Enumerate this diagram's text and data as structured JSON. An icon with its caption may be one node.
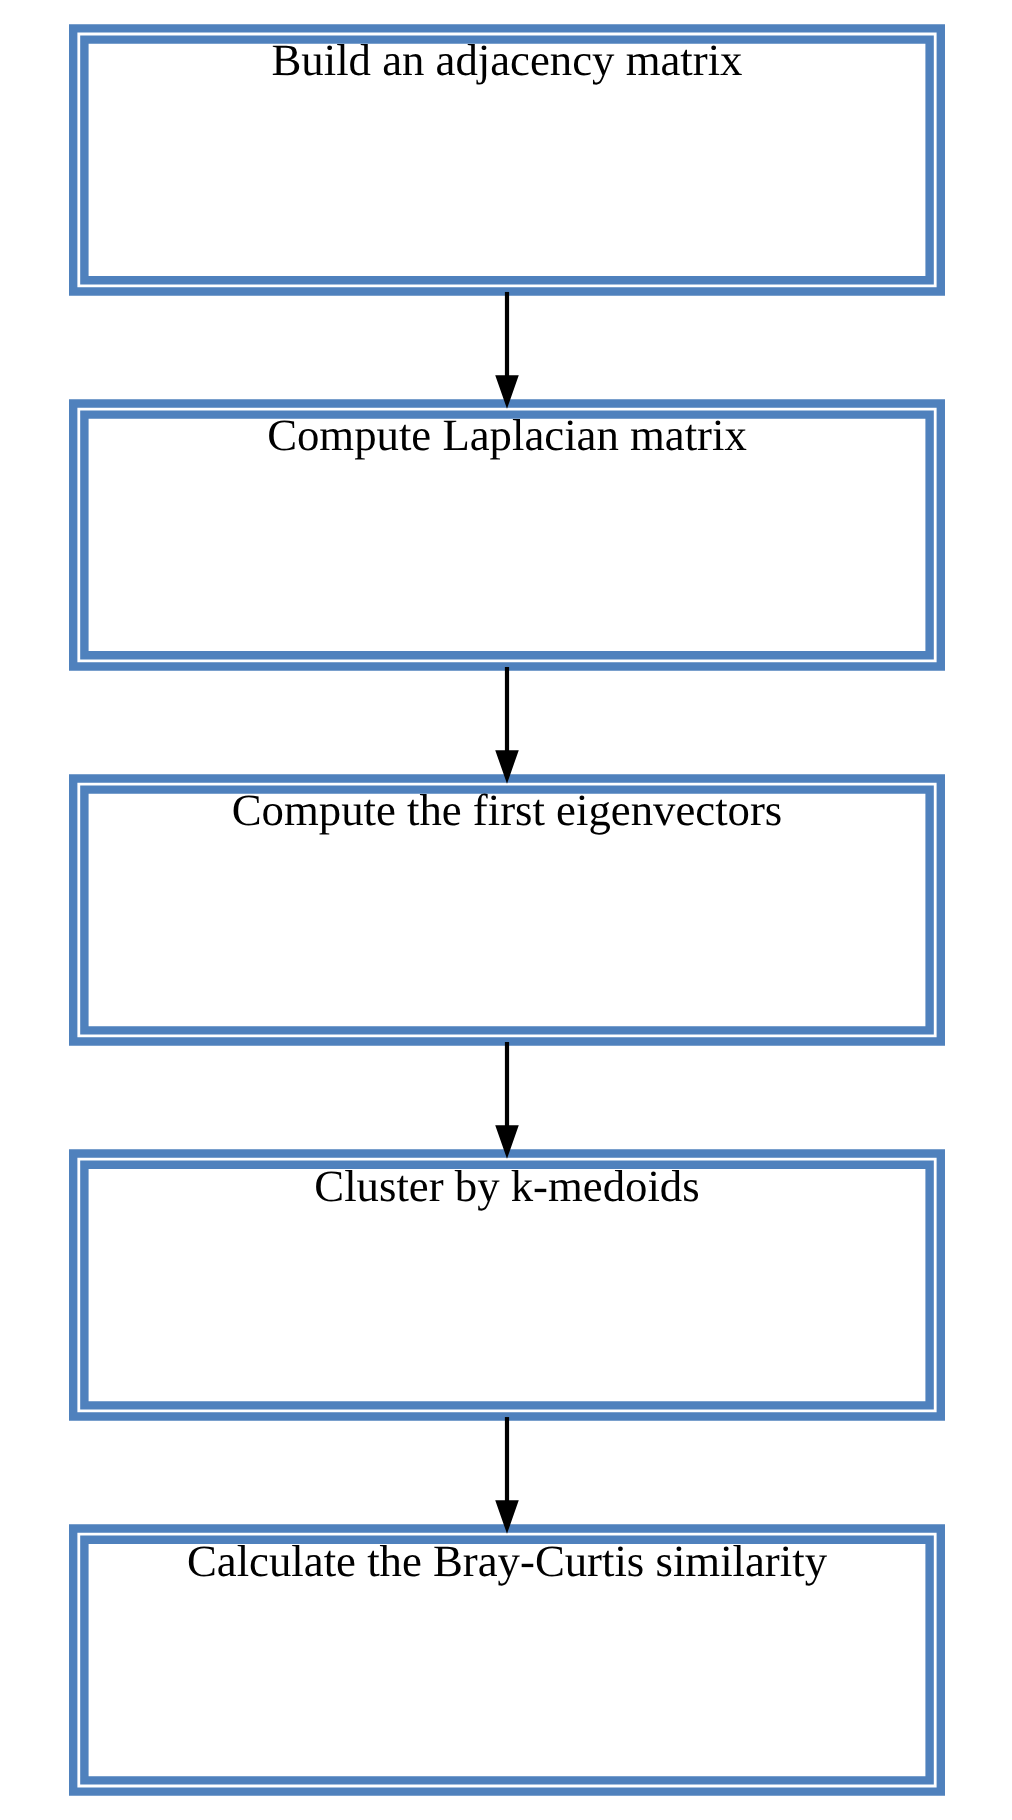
{
  "diagram": {
    "nodes": [
      {
        "text": [
          "Build an adjacency matrix"
        ]
      },
      {
        "text": [
          "Compute Laplacian matrix"
        ]
      },
      {
        "text": [
          "Compute the first eigenvectors"
        ]
      },
      {
        "text": [
          "Cluster by k-medoids"
        ]
      },
      {
        "text": [
          "Calculate the Bray-Curtis similarity"
        ]
      }
    ],
    "edges": [
      {
        "from": 0,
        "to": 1,
        "arrow": "to"
      },
      {
        "from": 1,
        "to": 2,
        "arrow": "to"
      },
      {
        "from": 2,
        "to": 3,
        "arrow": "to"
      },
      {
        "from": 3,
        "to": 4,
        "arrow": "to"
      }
    ]
  }
}
